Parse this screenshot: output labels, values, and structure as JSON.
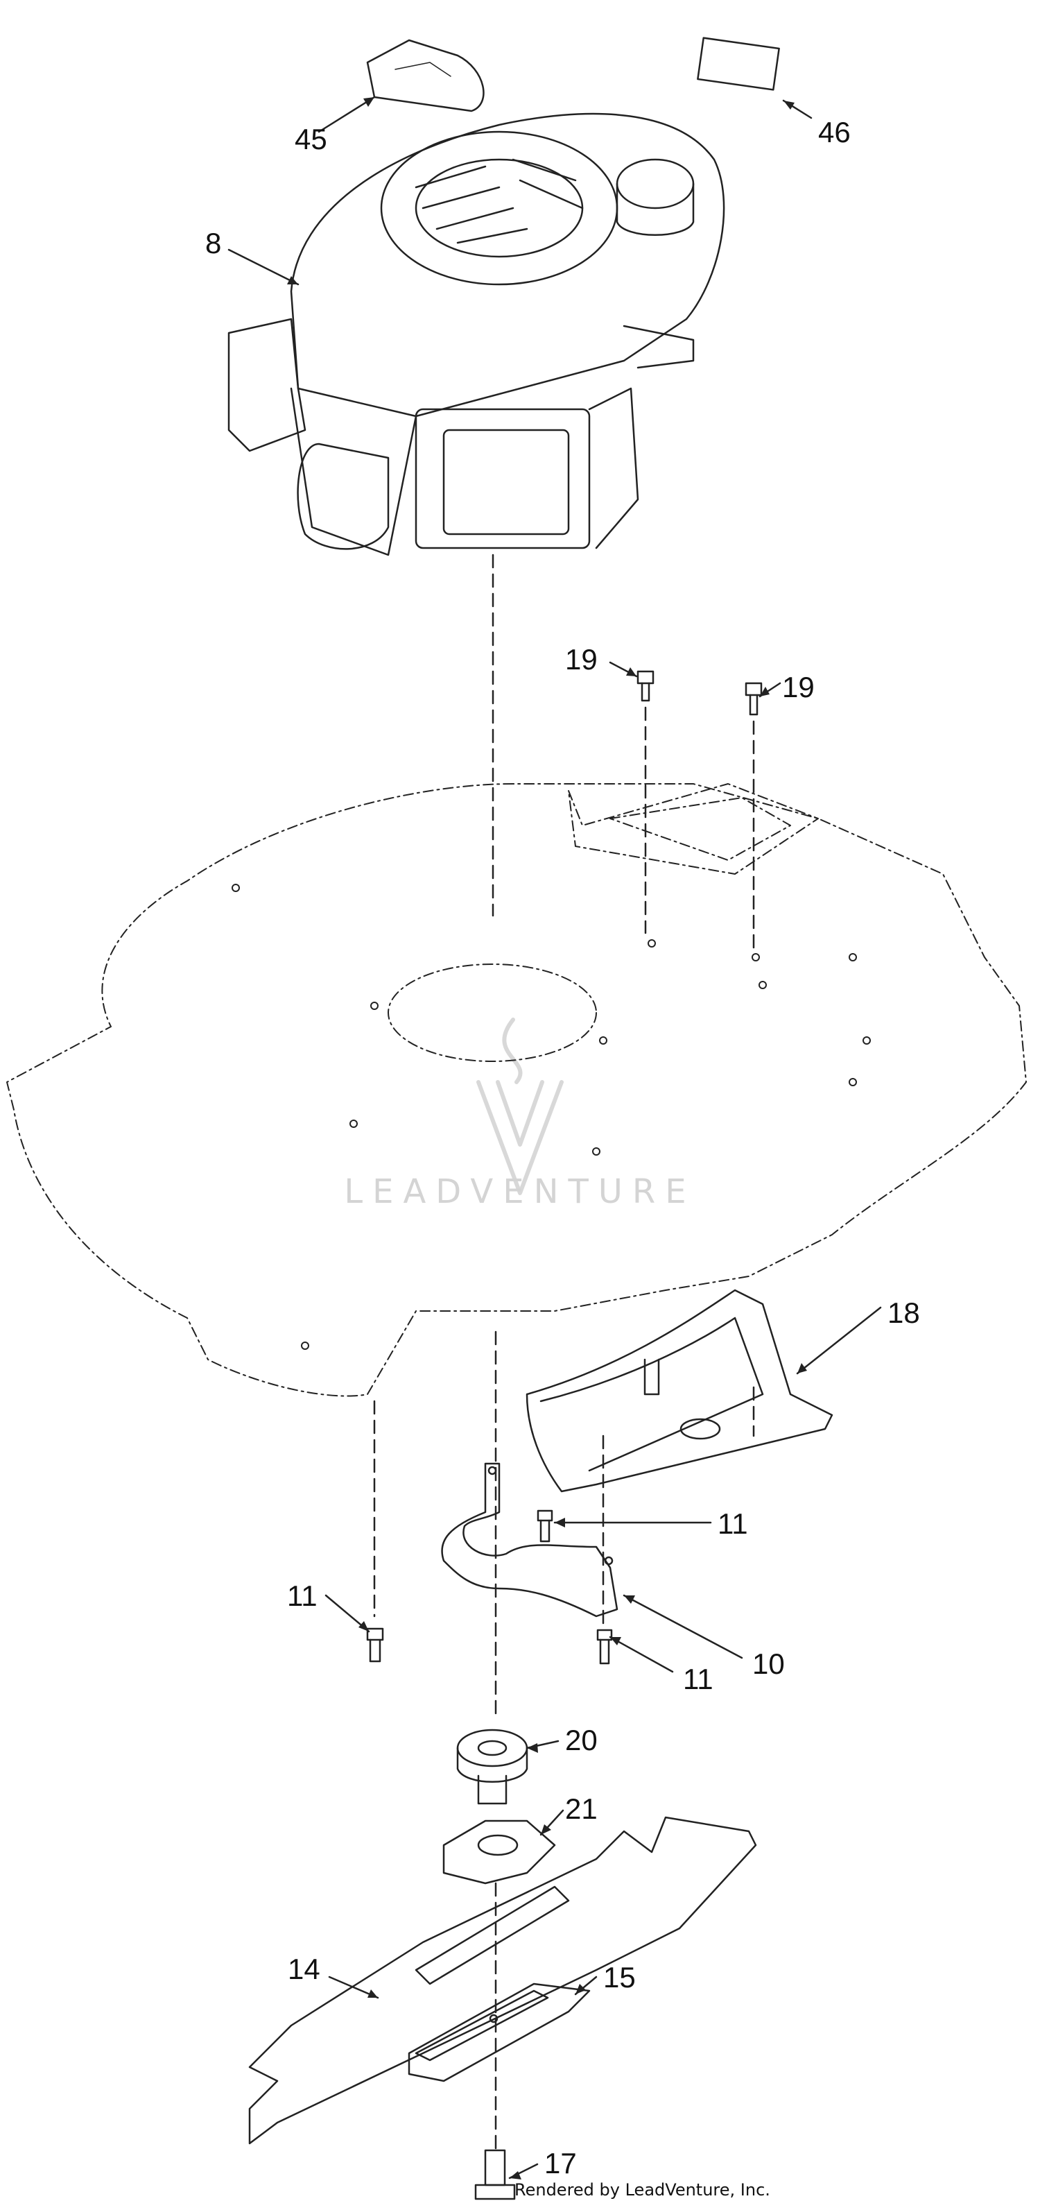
{
  "callouts": {
    "c45": "45",
    "c46": "46",
    "c8": "8",
    "c19a": "19",
    "c19b": "19",
    "c18": "18",
    "c11a": "11",
    "c11b": "11",
    "c11c": "11",
    "c10": "10",
    "c20": "20",
    "c21": "21",
    "c14": "14",
    "c15": "15",
    "c17": "17"
  },
  "watermark": {
    "text": "LEADVENTURE"
  },
  "credit": {
    "text": "Rendered by LeadVenture, Inc."
  },
  "colors": {
    "line": "#222222",
    "watermark": "#d4d4d4"
  }
}
